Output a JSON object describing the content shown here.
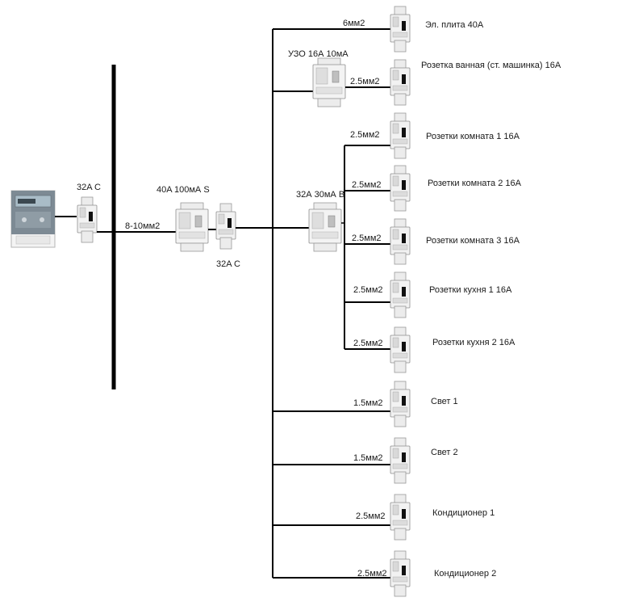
{
  "colors": {
    "wire": "#000000",
    "device_body": "#e6e6e6",
    "device_edge": "#9a9a9a",
    "meter_body": "#7f8c96",
    "meter_screen": "#9fb4c0"
  },
  "input": {
    "meter_icon": "electricity-meter-icon",
    "breaker_label": "32A C",
    "feeder_cable": "8-10мм2"
  },
  "main_group": {
    "rcd_label": "40A 100мА S",
    "breaker_label": "32A C"
  },
  "branches": [
    {
      "cable": "6мм2",
      "label": "Эл. плита 40А"
    },
    {
      "rcd_label": "УЗО 16А 10мА",
      "cable": "2.5мм2",
      "label": "Розетка ванная (ст. машинка) 16А"
    },
    {
      "sub_rcd_label": "32А 30мА В",
      "children": [
        {
          "cable": "2.5мм2",
          "label": "Розетки комната 1 16А"
        },
        {
          "cable": "2.5мм2",
          "label": "Розетки комната 2 16А"
        },
        {
          "cable": "2.5мм2",
          "label": "Розетки комната 3 16А"
        },
        {
          "cable": "2.5мм2",
          "label": "Розетки кухня 1 16А"
        },
        {
          "cable": "2.5мм2",
          "label": "Розетки кухня 2 16А"
        }
      ]
    },
    {
      "cable": "1.5мм2",
      "label": "Свет 1"
    },
    {
      "cable": "1.5мм2",
      "label": "Свет 2"
    },
    {
      "cable": "2.5мм2",
      "label": "Кондиционер 1"
    },
    {
      "cable": "2.5мм2",
      "label": "Кондиционер 2"
    }
  ]
}
